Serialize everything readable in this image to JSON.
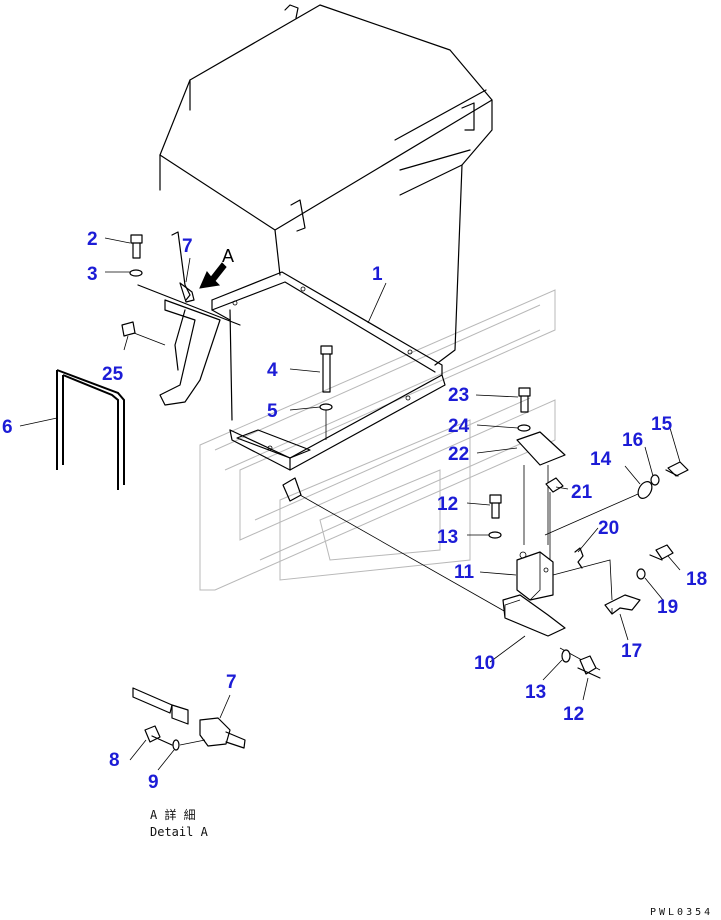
{
  "callouts": [
    {
      "id": "c1",
      "text": "1"
    },
    {
      "id": "c2",
      "text": "2"
    },
    {
      "id": "c3",
      "text": "3"
    },
    {
      "id": "c4",
      "text": "4"
    },
    {
      "id": "c5",
      "text": "5"
    },
    {
      "id": "c6",
      "text": "6"
    },
    {
      "id": "c7a",
      "text": "7"
    },
    {
      "id": "c7b",
      "text": "7"
    },
    {
      "id": "c8",
      "text": "8"
    },
    {
      "id": "c9",
      "text": "9"
    },
    {
      "id": "c10",
      "text": "10"
    },
    {
      "id": "c11",
      "text": "11"
    },
    {
      "id": "c12a",
      "text": "12"
    },
    {
      "id": "c12b",
      "text": "12"
    },
    {
      "id": "c13a",
      "text": "13"
    },
    {
      "id": "c13b",
      "text": "13"
    },
    {
      "id": "c14",
      "text": "14"
    },
    {
      "id": "c15",
      "text": "15"
    },
    {
      "id": "c16",
      "text": "16"
    },
    {
      "id": "c17",
      "text": "17"
    },
    {
      "id": "c18",
      "text": "18"
    },
    {
      "id": "c19",
      "text": "19"
    },
    {
      "id": "c20",
      "text": "20"
    },
    {
      "id": "c21",
      "text": "21"
    },
    {
      "id": "c22",
      "text": "22"
    },
    {
      "id": "c23",
      "text": "23"
    },
    {
      "id": "c24",
      "text": "24"
    },
    {
      "id": "c25",
      "text": "25"
    }
  ],
  "view_arrow_label": "A",
  "detail_caption": {
    "line1": "A 詳 細",
    "line2": "Detail A"
  },
  "drawing_code": "PWL0354",
  "colors": {
    "callout": "#1c1cd6",
    "linework": "#000000",
    "watermark": "#b8b8b8"
  }
}
